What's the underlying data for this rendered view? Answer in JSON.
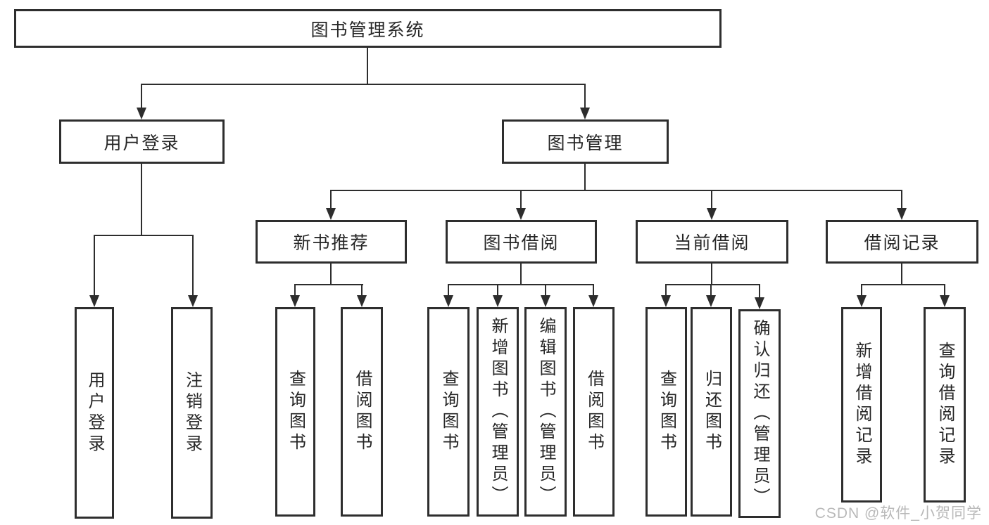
{
  "tree": {
    "root": "图书管理系统",
    "branches": [
      {
        "label": "用户登录",
        "children": [
          "用户登录",
          "注销登录"
        ]
      },
      {
        "label": "图书管理",
        "groups": [
          {
            "label": "新书推荐",
            "children": [
              "查询图书",
              "借阅图书"
            ]
          },
          {
            "label": "图书借阅",
            "children": [
              "查询图书",
              "新增图书（管理员）",
              "编辑图书（管理员）",
              "借阅图书"
            ]
          },
          {
            "label": "当前借阅",
            "children": [
              "查询图书",
              "归还图书",
              "确认归还（管理员）"
            ]
          },
          {
            "label": "借阅记录",
            "children": [
              "新增借阅记录",
              "查询借阅记录"
            ]
          }
        ]
      }
    ]
  },
  "watermark": "CSDN @软件_小贺同学",
  "colors": {
    "line": "#2d2d2d",
    "border": "#2e2e2e",
    "text": "#262626",
    "watermark": "#b9b9b9",
    "background": "#ffffff"
  }
}
